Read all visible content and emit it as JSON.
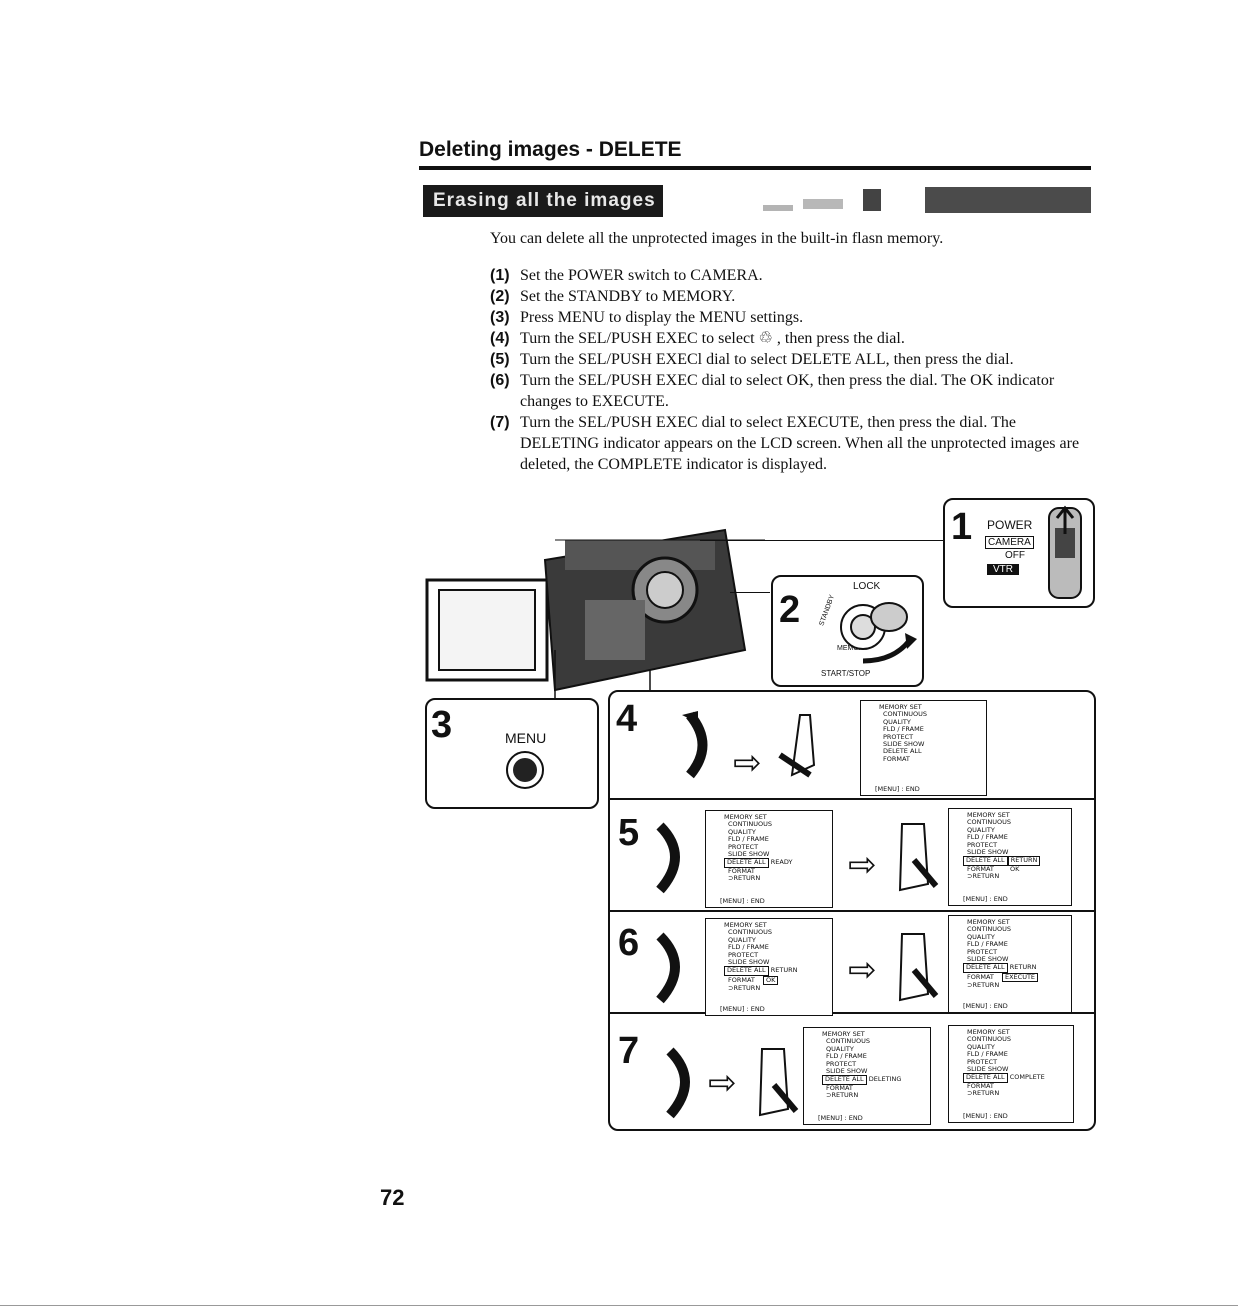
{
  "header": {
    "title": "Deleting images - DELETE",
    "banner": "Erasing all the images"
  },
  "intro": "You can delete all the unprotected images in the built-in flasn memory.",
  "steps": [
    {
      "num": "(1)",
      "text": "Set the POWER switch to CAMERA."
    },
    {
      "num": "(2)",
      "text": "Set the STANDBY to MEMORY."
    },
    {
      "num": "(3)",
      "text": "Press MENU to display the MENU settings."
    },
    {
      "num": "(4)",
      "text": "Turn the SEL/PUSH EXEC to select ♲ , then press the dial."
    },
    {
      "num": "(5)",
      "text": "Turn the SEL/PUSH EXECl dial to select DELETE ALL, then press the dial."
    },
    {
      "num": "(6)",
      "text": "Turn the SEL/PUSH EXEC dial to select OK, then press the dial. The OK indicator changes to EXECUTE."
    },
    {
      "num": "(7)",
      "text": "Turn the SEL/PUSH EXEC dial to select EXECUTE, then press the dial. The DELETING indicator appears on the LCD screen. When all the unprotected images are deleted, the COMPLETE indicator is displayed."
    }
  ],
  "figure": {
    "box1": {
      "num": "1",
      "power": "POWER",
      "camera": "CAMERA",
      "off": "OFF",
      "vtr": "VTR"
    },
    "box2": {
      "num": "2",
      "lock": "LOCK",
      "standby": "STANDBY",
      "memory": "MEMORY",
      "startstop": "START/STOP"
    },
    "box3": {
      "num": "3",
      "menu": "MENU"
    },
    "box4": {
      "num": "4"
    },
    "box5": {
      "num": "5"
    },
    "box6": {
      "num": "6"
    },
    "box7": {
      "num": "7"
    },
    "lcd": {
      "memory_set": "MEMORY SET",
      "continuous": "CONTINUOUS",
      "quality": "QUALITY",
      "fld_frame": "FLD / FRAME",
      "protect": "PROTECT",
      "slide_show": "SLIDE SHOW",
      "delete_all": "DELETE ALL",
      "format": "FORMAT",
      "return": "RETURN",
      "return_arrow": "⊃RETURN",
      "menu_end": "[MENU] : END",
      "ready": "READY",
      "ok": "OK",
      "execute": "EXECUTE",
      "deleting": "DELETING",
      "complete": "COMPLETE"
    }
  },
  "page_number": "72"
}
